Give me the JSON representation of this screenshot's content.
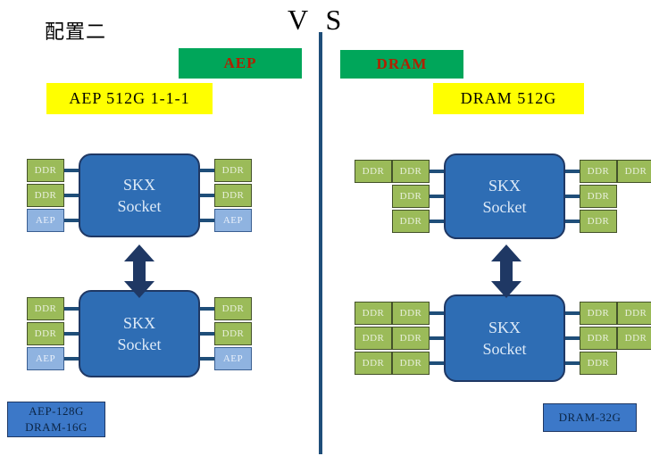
{
  "page": {
    "title_cn": "配置二",
    "vs_label": "V S",
    "colors": {
      "green_tag": "#00A65A",
      "green_tag_text": "#B22000",
      "yellow_tag": "#FFFF00",
      "socket_fill": "#2E6DB4",
      "socket_border": "#1F3864",
      "ddr_fill": "#9BBB59",
      "aep_fill": "#8FB3E0",
      "divider": "#1F4E79",
      "legend_fill": "#3C78C8"
    }
  },
  "left_panel": {
    "green_tag": "AEP",
    "yellow_tag": "AEP 512G 1-1-1",
    "legend": {
      "line1": "AEP-128G",
      "line2": "DRAM-16G"
    },
    "sockets": [
      {
        "label_line1": "SKX",
        "label_line2": "Socket",
        "left_rows": [
          {
            "chips": [
              "DDR"
            ]
          },
          {
            "chips": [
              "DDR"
            ]
          },
          {
            "chips": [
              "AEP"
            ]
          }
        ],
        "right_rows": [
          {
            "chips": [
              "DDR"
            ]
          },
          {
            "chips": [
              "DDR"
            ]
          },
          {
            "chips": [
              "AEP"
            ]
          }
        ]
      },
      {
        "label_line1": "SKX",
        "label_line2": "Socket",
        "left_rows": [
          {
            "chips": [
              "DDR"
            ]
          },
          {
            "chips": [
              "DDR"
            ]
          },
          {
            "chips": [
              "AEP"
            ]
          }
        ],
        "right_rows": [
          {
            "chips": [
              "DDR"
            ]
          },
          {
            "chips": [
              "DDR"
            ]
          },
          {
            "chips": [
              "AEP"
            ]
          }
        ]
      }
    ]
  },
  "right_panel": {
    "green_tag": "DRAM",
    "yellow_tag": "DRAM 512G",
    "legend": {
      "line1": "DRAM-32G",
      "line2": ""
    },
    "sockets": [
      {
        "label_line1": "SKX",
        "label_line2": "Socket",
        "left_rows": [
          {
            "chips": [
              "DDR",
              "DDR"
            ]
          },
          {
            "chips": [
              "DDR"
            ]
          },
          {
            "chips": [
              "DDR"
            ]
          }
        ],
        "right_rows": [
          {
            "chips": [
              "DDR",
              "DDR"
            ]
          },
          {
            "chips": [
              "DDR"
            ]
          },
          {
            "chips": [
              "DDR"
            ]
          }
        ]
      },
      {
        "label_line1": "SKX",
        "label_line2": "Socket",
        "left_rows": [
          {
            "chips": [
              "DDR",
              "DDR"
            ]
          },
          {
            "chips": [
              "DDR",
              "DDR"
            ]
          },
          {
            "chips": [
              "DDR",
              "DDR"
            ]
          }
        ],
        "right_rows": [
          {
            "chips": [
              "DDR",
              "DDR"
            ]
          },
          {
            "chips": [
              "DDR",
              "DDR"
            ]
          },
          {
            "chips": [
              "DDR"
            ]
          }
        ]
      }
    ]
  }
}
